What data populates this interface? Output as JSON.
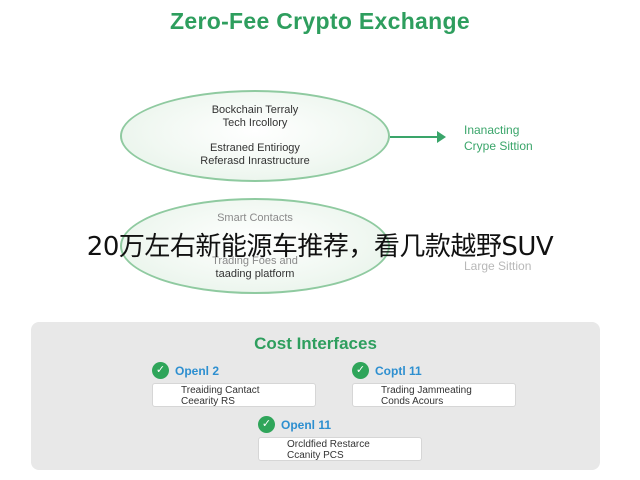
{
  "title": "Zero-Fee Crypto Exchange",
  "ellipse_top": {
    "line1": "Bockchain Terraly",
    "line2": "Tech Ircollory",
    "line3": "Estraned Entiriogy",
    "line4": "Referasd Inrastructure"
  },
  "ellipse_bottom": {
    "line1": "Smart Contacts",
    "line2": "Trading Foes and",
    "line3": "taading platform"
  },
  "side_labels": {
    "top": [
      "Inanacting",
      "Crype Sittion"
    ],
    "bottom": "Large Sittion"
  },
  "overlay_text": "20万左右新能源车推荐，看几款越野SUV",
  "cost": {
    "title": "Cost Interfaces",
    "options": [
      {
        "heading": "Openl 2",
        "line1": "Treaiding Cantact",
        "line2": "Ceearity RS"
      },
      {
        "heading": "Coptl 11",
        "line1": "Trading Jammeating",
        "line2": "Conds Acours"
      },
      {
        "heading": "Openl 11",
        "line1": "Orcldfied Restarce",
        "line2": "Ccanity PCS"
      }
    ]
  },
  "icons": {
    "check": "check-circle-icon",
    "arrow": "arrow-right-icon"
  },
  "colors": {
    "green": "#2e9e5e",
    "blue": "#2d8fd0",
    "panel": "#e8e8e8"
  }
}
